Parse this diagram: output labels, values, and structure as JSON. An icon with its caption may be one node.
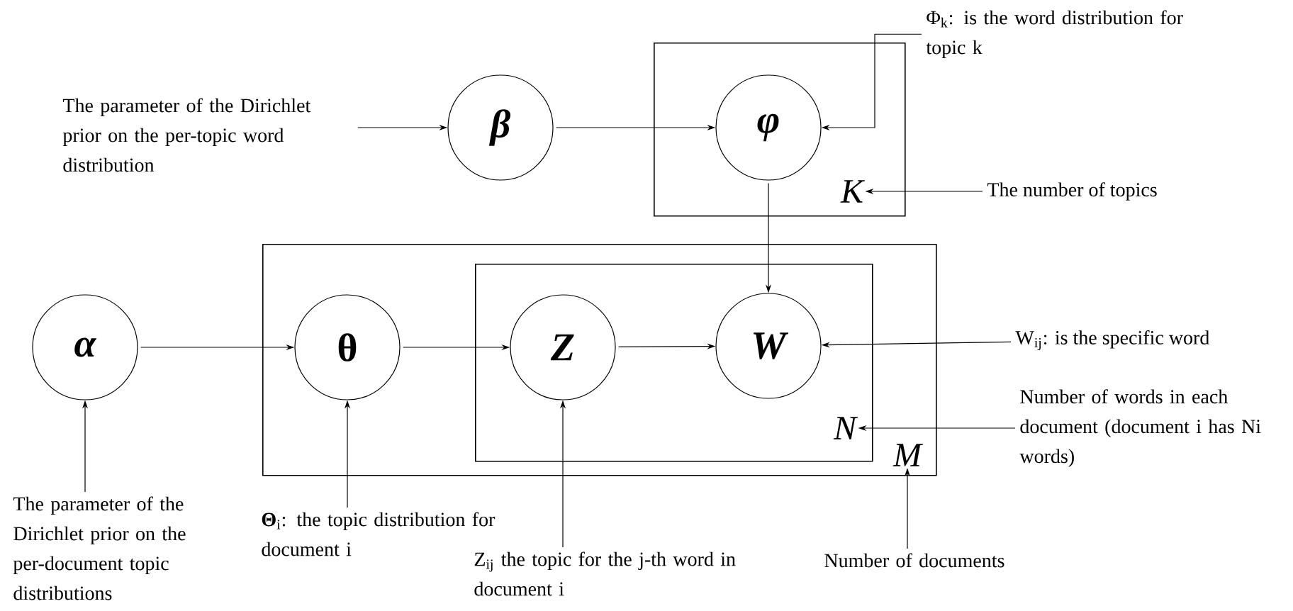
{
  "diagram": {
    "nodes": [
      {
        "text": [],
        "shape": "box"
      },
      {
        "text": [
          "φ"
        ],
        "in": 0
      },
      {
        "text": [
          "K"
        ],
        "in": 0
      },
      {
        "text": [],
        "shape": "box"
      },
      {
        "text": [
          "θ"
        ],
        "in": 3
      },
      {
        "text": [],
        "shape": "box",
        "in": 3
      },
      {
        "text": [
          "Z"
        ],
        "in": 5
      },
      {
        "text": [
          "W"
        ],
        "in": 5
      },
      {
        "text": [
          "N"
        ],
        "in": 5
      },
      {
        "text": [
          "M"
        ],
        "in": 3
      },
      {
        "text": [
          "β"
        ]
      },
      {
        "text": [
          "α"
        ]
      },
      {
        "text": [
          "The parameter of the Dirichlet prior on the per-topic word distribution"
        ]
      },
      {
        "text": [
          "Φ$_{k}$: is the word distribution for topic k"
        ]
      },
      {
        "text": [
          "The number of topics"
        ]
      },
      {
        "text": [
          "W$_{ij}$: is the specific word"
        ]
      },
      {
        "text": [
          "Number of words in each document (document i has Ni words)"
        ]
      },
      {
        "text": [
          "The parameter of the Dirichlet prior on the per-document topic distributions"
        ]
      },
      {
        "text": [
          "**Θ**$_{i}$: the topic distribution for document i"
        ]
      },
      {
        "text": [
          "Z$_{ij}$ the topic for the j-th word in document i"
        ]
      },
      {
        "text": [
          "Number of documents"
        ]
      }
    ],
    "edges": [
      {
        "from": 10,
        "to": 1,
        "arrow": "to"
      },
      {
        "from": 11,
        "to": 4,
        "arrow": "to"
      },
      {
        "from": 4,
        "to": 6,
        "arrow": "to"
      },
      {
        "from": 6,
        "to": 7,
        "arrow": "to"
      },
      {
        "from": 1,
        "to": 7,
        "arrow": "to"
      },
      {
        "from": 12,
        "to": 10,
        "arrow": "to"
      },
      {
        "from": 13,
        "to": 1,
        "arrow": "to"
      },
      {
        "from": 14,
        "to": 2,
        "arrow": "to"
      },
      {
        "from": 15,
        "to": 7,
        "arrow": "to"
      },
      {
        "from": 16,
        "to": 8,
        "arrow": "to"
      },
      {
        "from": 17,
        "to": 11,
        "arrow": "to"
      },
      {
        "from": 18,
        "to": 4,
        "arrow": "to"
      },
      {
        "from": 19,
        "to": 6,
        "arrow": "to"
      },
      {
        "from": 20,
        "to": 9,
        "arrow": "to"
      }
    ]
  }
}
